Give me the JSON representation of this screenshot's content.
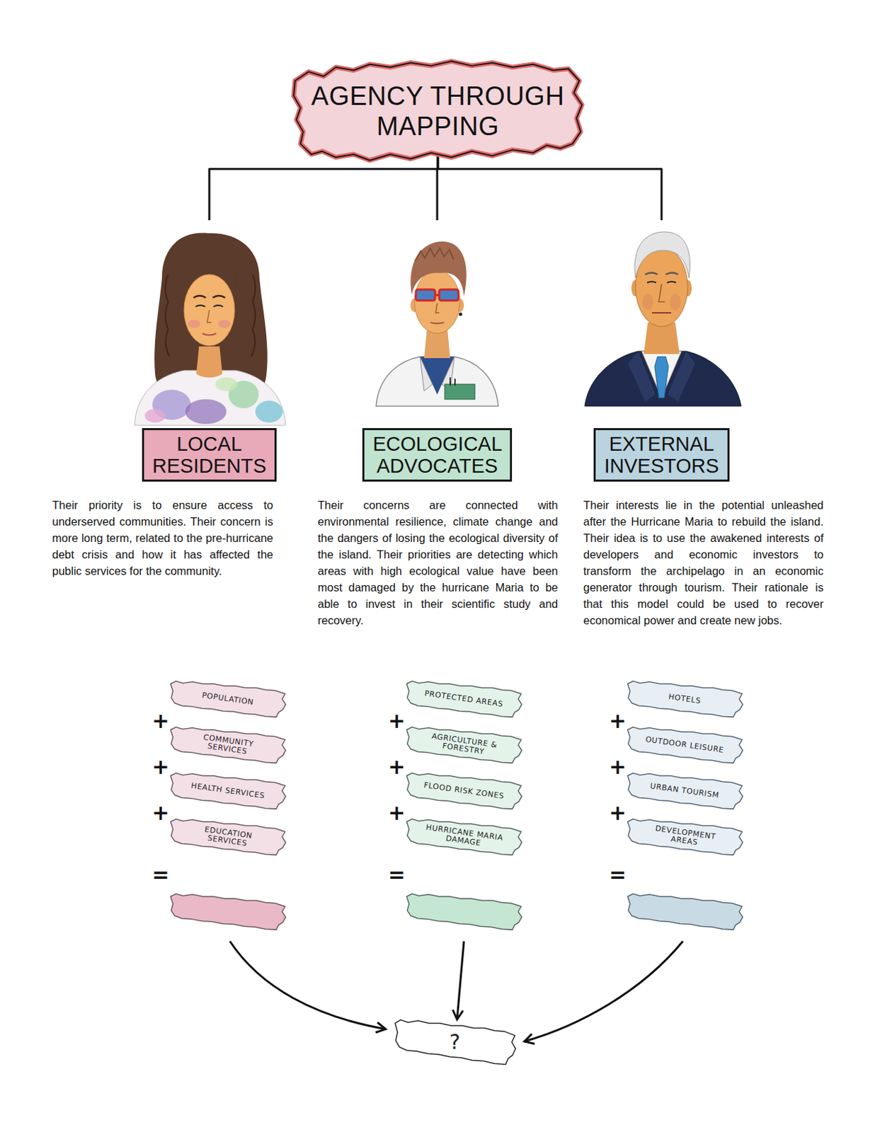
{
  "diagram": {
    "nodes": [
      {
        "text": [
          "AGENCY THROUGH MAPPING"
        ]
      },
      {
        "text": [
          "LOCAL RESIDENTS",
          "Their priority is to ensure access to underserved communities. Their concern is more long term, related to the pre-hurricane debt crisis and how it has affected the public services for the community."
        ]
      },
      {
        "text": [
          "ECOLOGICAL ADVOCATES",
          "Their concerns are connected with environmental resilience, climate change and the dangers of losing the ecological diversity of the island. Their priorities are detecting which areas with high ecological value have been most damaged by the hurricane Maria to be able to invest in their scientific study and recovery."
        ]
      },
      {
        "text": [
          "EXTERNAL INVESTORS",
          "Their interests lie in the potential unleashed after the Hurricane Maria to rebuild the island. Their idea is to use the awakened interests of developers and economic investors to transform the archipelago in an economic generator through tourism. Their rationale is that this model could be used to recover economical power and create new jobs."
        ]
      },
      {
        "text": [
          "POPULATION"
        ]
      },
      {
        "text": [
          "PROTECTED AREAS"
        ]
      },
      {
        "text": [
          "HOTELS"
        ]
      },
      {
        "text": [
          "COMMUNITY SERVICES"
        ]
      },
      {
        "text": [
          "AGRICULTURE & FORESTRY"
        ]
      },
      {
        "text": [
          "OUTDOOR LEISURE"
        ]
      },
      {
        "text": [
          "HEALTH SERVICES"
        ]
      },
      {
        "text": [
          "FLOOD RISK ZONES"
        ]
      },
      {
        "text": [
          "URBAN TOURISM"
        ]
      },
      {
        "text": [
          "EDUCATION SERVICES"
        ]
      },
      {
        "text": [
          "HURRICANE MARIA DAMAGE"
        ]
      },
      {
        "text": [
          "DEVELOPMENT AREAS"
        ]
      },
      {
        "text": [
          "?"
        ]
      }
    ],
    "edges": [
      {
        "from": 0,
        "to": 1,
        "arrow": "none"
      },
      {
        "from": 0,
        "to": 2,
        "arrow": "none"
      },
      {
        "from": 0,
        "to": 3,
        "arrow": "none"
      }
    ],
    "labels": [
      "+",
      "+",
      "+",
      "+",
      "+",
      "+",
      "+",
      "+",
      "+",
      "=",
      "=",
      "="
    ]
  }
}
